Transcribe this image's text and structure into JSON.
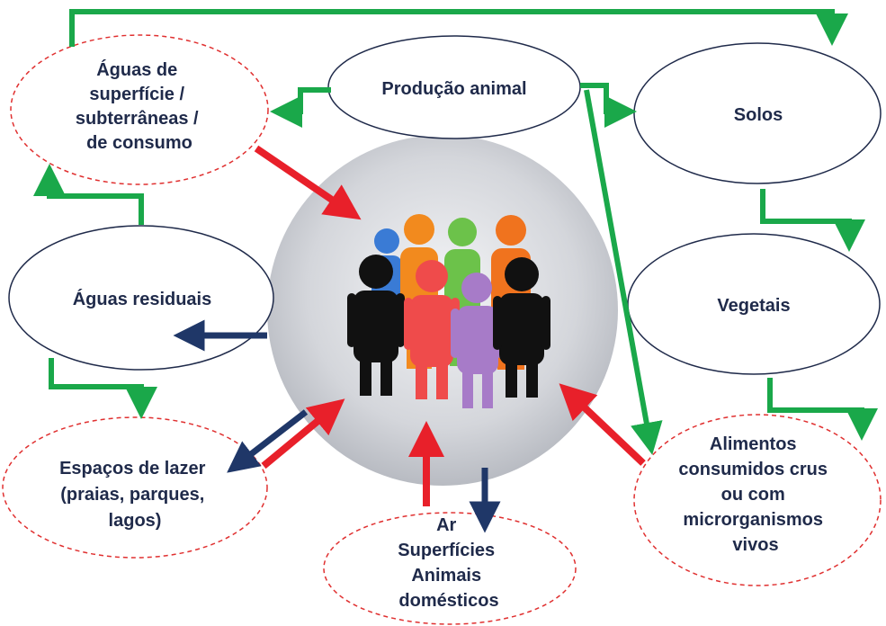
{
  "nodes": {
    "aguas_superficie": [
      "Águas de",
      "superfície /",
      "subterrâneas /",
      "de consumo"
    ],
    "producao_animal": [
      "Produção animal"
    ],
    "solos": [
      "Solos"
    ],
    "aguas_residuais": [
      "Águas residuais"
    ],
    "vegetais": [
      "Vegetais"
    ],
    "espacos_lazer": [
      "Espaços de lazer",
      "(praias, parques,",
      "lagos)"
    ],
    "ar_superficies": [
      "Ar",
      "Superfícies",
      "Animais",
      "domésticos"
    ],
    "alimentos": [
      "Alimentos",
      "consumidos crus",
      "ou com",
      "microrganismos",
      "vivos"
    ]
  },
  "colors": {
    "green_arrow": "#1aa84a",
    "red_arrow": "#e8202a",
    "navy_arrow": "#1f3768",
    "red_dashed": "#e03030",
    "ellipse_outline": "#1f2a4a",
    "center_circle": "#cfd2d8",
    "people": [
      "#3a7bd5",
      "#f28a1e",
      "#6cc24a",
      "#f0731e",
      "#111111",
      "#ef4b4b",
      "#a77bc8",
      "#111111"
    ]
  }
}
